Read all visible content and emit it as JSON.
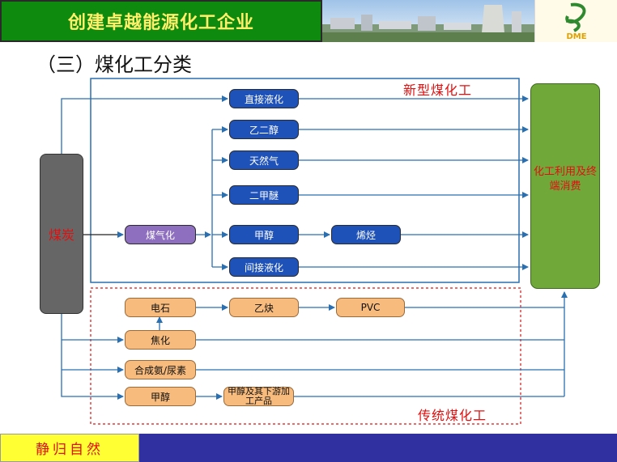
{
  "banner": {
    "title": "创建卓越能源化工企业",
    "logo_text": "DME"
  },
  "section_heading": "（三）煤化工分类",
  "diagram": {
    "source": "煤炭",
    "gasification": "煤气化",
    "new_group_label": "新型煤化工",
    "traditional_group_label": "传统煤化工",
    "new_products": [
      "直接液化",
      "乙二醇",
      "天然气",
      "二甲醚",
      "甲醇",
      "间接液化"
    ],
    "olefin": "烯烃",
    "end_use": "化工利用及终端消费",
    "traditional": {
      "carbide": "电石",
      "acetylene": "乙炔",
      "pvc": "PVC",
      "coking": "焦化",
      "ammonia": "合成氨/尿素",
      "methanol": "甲醇",
      "methanol_downstream": "甲醇及其下游加工产品"
    }
  },
  "footer": {
    "slogan": "静归自然"
  },
  "colors": {
    "banner_green": "#0e8a0e",
    "banner_text": "#ffef6a",
    "frame_blue": "#2a6fb0",
    "node_blue": "#1f52b8",
    "node_orange": "#f7bb7d",
    "node_purple": "#8e6fbf",
    "end_green": "#70a83a",
    "accent_red": "#e01010",
    "footer_yellow": "#ffff33",
    "footer_navy": "#3030a0"
  }
}
